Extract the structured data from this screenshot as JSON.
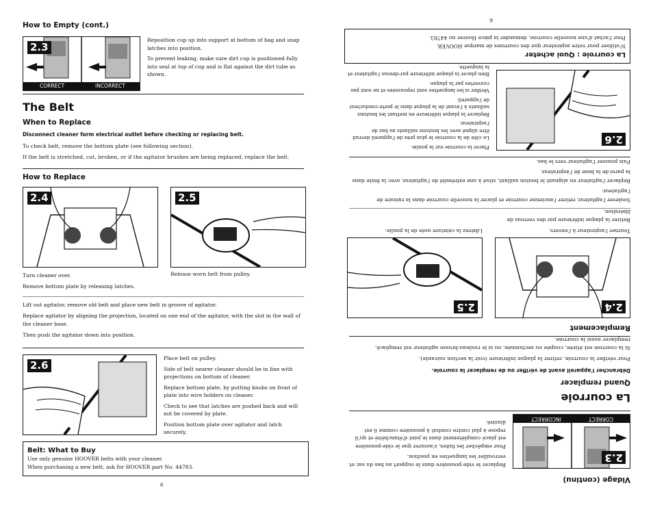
{
  "left": {
    "header": "How to Empty (cont.)",
    "fig23": {
      "label": "2.3",
      "captions": [
        "CORRECT",
        "INCORRECT"
      ],
      "text": [
        "Reposition cup up into support at bottom of bag and snap latches into position.",
        "To prevent leaking, make sure dirt cup is positioned fully into seal at top of cup and is flat against the dirt tube as shown."
      ]
    },
    "belt_title": "The Belt",
    "when_to_replace": {
      "heading": "When to Replace",
      "warning": "Disconnect cleaner form electrical outlet before checking or replacing belt.",
      "lines": [
        "To check belt, remove the bottom plate (see following section).",
        "If the belt is stretched, cut, broken, or if the agitator brushes are being replaced, replace the belt."
      ]
    },
    "how_to_replace": {
      "heading": "How to Replace",
      "fig24_label": "2.4",
      "fig25_label": "2.5",
      "cap24": [
        "Turn cleaner over.",
        "Remove bottom plate by releasing latches."
      ],
      "cap25": "Release worn belt from pulley.",
      "paras": [
        "Lift out agitator, remove old belt and place new belt in groove of agitator.",
        "Replace agitator by aligning the projection, located on one end of the agitator, with the slot in the wall of the cleaner base.",
        "Then push the agitator down into position."
      ]
    },
    "fig26": {
      "label": "2.6",
      "text": [
        "Place belt on pulley.",
        "Side of belt nearer cleaner should be in line with projections on bottom of cleaner.",
        "Replace bottom plate, by putting knobs on front of plate into wire holders on cleaner.",
        "Check to see that latches are pushed back and will not be covered by plate.",
        "Position bottom plate over agitator and latch securely."
      ]
    },
    "buy_box": {
      "heading": "Belt: What to Buy",
      "lines": [
        "Use only genuine HOOVER belts with your cleaner.",
        "When purchasing a new belt, ask for HOOVER part No. 44783."
      ]
    },
    "page_number": "6"
  },
  "right": {
    "header": "Vidage (continu)",
    "fig23": {
      "label": "2.3",
      "captions": [
        "CORRECT",
        "INCORRECT"
      ],
      "text": [
        "Replacer le vide-poussière dans le support au bas du sac et verrouiller les languettes en position.",
        "Pour empêcher les fuites, s'assurer que le vide-poussière est placé complètement dans le joint d'étanchéité et qu'il repose à plat contre conduit à poussière comme il est illustré."
      ]
    },
    "belt_title": "La courroie",
    "when_to_replace": {
      "heading": "Quand remplacer",
      "warning": "Débrancher l'appareil avant de vérifier ou de remplacer la courroie.",
      "lines": [
        "Pour vérifier la courroie, retirer la plaque inférieure (voir la section suivante).",
        "Si la courroie est étirée, coupée ou sectionnée, ou si le rouleau-brosse agitateur est remplacé, remplacer aussi la courroie."
      ]
    },
    "how_to_replace": {
      "heading": "Remplacement",
      "fig24_label": "2.4",
      "fig25_label": "2.5",
      "cap24": [
        "Tourner l'aspirateur à l'envers.",
        "Retirer la plaque inférieure par des verrous de libération."
      ],
      "cap25": "Libérez la ceinture usée de la poulie.",
      "paras": [
        "Soulever l'agitateur, retirer l'ancienne courroie et placer la nouvelle courroie dans la rainure de l'agitateur.",
        "Replacer l'agitateur en alignant le bouton saillant, situé à une extrémité de l'agitateur, avec la fente dans la paroi de la base de l'aspirateur.",
        "Puis pousser l'agitateur vers le bas."
      ]
    },
    "fig26": {
      "label": "2.6",
      "text": [
        "Placer la courroie sur la poulie.",
        "Le côté de la courroie le plus près de l'appareil devrait être aligné avec les boutons saillants au bas de l'aspirateur.",
        "Replacer la plaque inférieure en mettant les boutons saillants à l'avant de la plaque dans le porte-conducteur de l'appareil.",
        "Vérifier si les languettes sont repoussées et ne sont pas couvertes par la plaque.",
        "Bien placer la plaque inférieure par-dessus l'agitateur et la languette."
      ]
    },
    "buy_box": {
      "heading": "La courroie : Quoi acheter",
      "lines": [
        "N'utiliser pour votre aspirateur que des courroies de marque HOOVER.",
        "Pour l'achat d'une nouvelle courroie, demander la pièce Hoover no 44783."
      ]
    },
    "page_number": "6"
  }
}
